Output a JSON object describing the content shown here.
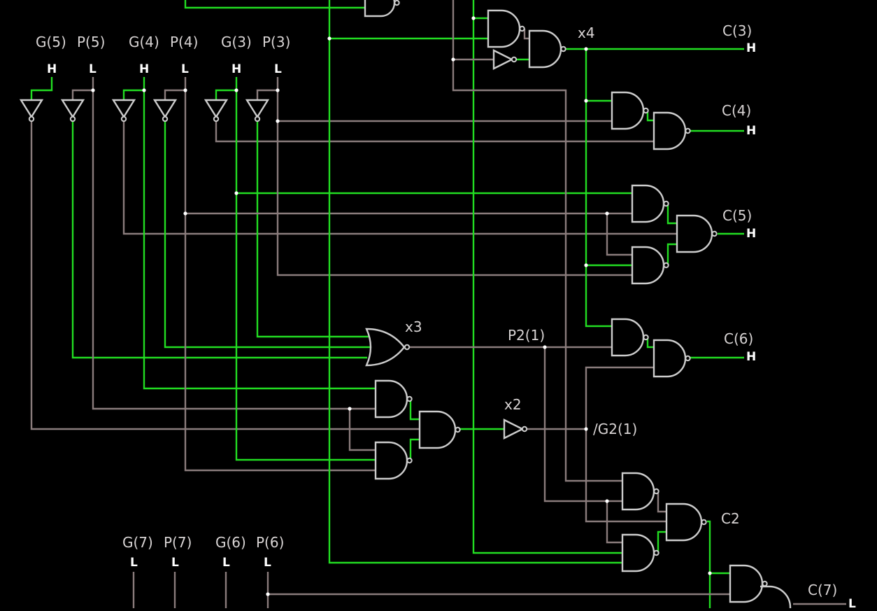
{
  "inputs": {
    "g5": {
      "name": "G(5)",
      "state": "H"
    },
    "p5": {
      "name": "P(5)",
      "state": "L"
    },
    "g4": {
      "name": "G(4)",
      "state": "H"
    },
    "p4": {
      "name": "P(4)",
      "state": "L"
    },
    "g3": {
      "name": "G(3)",
      "state": "H"
    },
    "p3": {
      "name": "P(3)",
      "state": "L"
    },
    "g7": {
      "name": "G(7)",
      "state": "L"
    },
    "p7": {
      "name": "P(7)",
      "state": "L"
    },
    "g6": {
      "name": "G(6)",
      "state": "L"
    },
    "p6": {
      "name": "P(6)",
      "state": "L"
    }
  },
  "outputs": {
    "c3": {
      "name": "C(3)",
      "state": "H"
    },
    "c4": {
      "name": "C(4)",
      "state": "H"
    },
    "c5": {
      "name": "C(5)",
      "state": "H"
    },
    "c6": {
      "name": "C(6)",
      "state": "H"
    },
    "c7": {
      "name": "C(7)",
      "state": "L"
    }
  },
  "nets": {
    "x4": "x4",
    "x3": "x3",
    "x2": "x2",
    "p2_1": "P2(1)",
    "g2_1_n": "/G2(1)",
    "c2": "C2"
  },
  "colors": {
    "background": "#000000",
    "wire_high": "#22dd22",
    "wire_low": "#8a7c7c",
    "gate_outline": "#cccccc",
    "label_text": "#d8d4d4",
    "state_text": "#ffffff"
  },
  "icons": [
    "nand-gate",
    "or-gate",
    "inverter",
    "buffer",
    "junction-dot"
  ]
}
